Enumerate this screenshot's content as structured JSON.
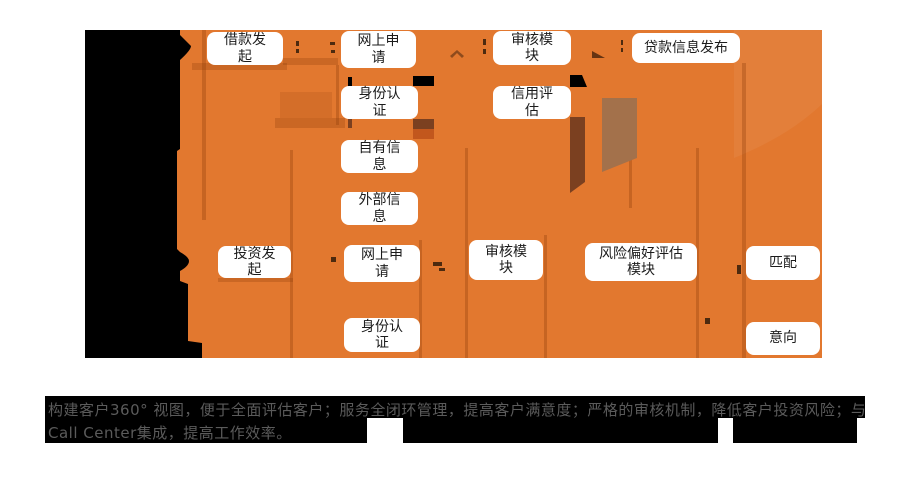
{
  "diagram": {
    "nodes": [
      {
        "id": "loan-initiation",
        "label": "借款发\n起"
      },
      {
        "id": "online-application-loan",
        "label": "网上申\n请"
      },
      {
        "id": "review-module-loan",
        "label": "审核模\n块"
      },
      {
        "id": "loan-info-publish",
        "label": "贷款信息发布"
      },
      {
        "id": "identity-auth-loan",
        "label": "身份认\n证"
      },
      {
        "id": "credit-assessment",
        "label": "信用评\n估"
      },
      {
        "id": "own-information",
        "label": "自有信\n息"
      },
      {
        "id": "external-information",
        "label": "外部信\n息"
      },
      {
        "id": "investment-initiation",
        "label": "投资发\n起"
      },
      {
        "id": "online-application-invest",
        "label": "网上申\n请"
      },
      {
        "id": "review-module-invest",
        "label": "审核模\n块"
      },
      {
        "id": "risk-preference-module",
        "label": "风险偏好评估\n模块"
      },
      {
        "id": "matching",
        "label": "匹配"
      },
      {
        "id": "identity-auth-invest",
        "label": "身份认\n证"
      },
      {
        "id": "intention",
        "label": "意向"
      }
    ],
    "colors": {
      "canvas_orange": "#E2782F",
      "node_background": "#FFFFFF",
      "node_text": "#1C1C1C",
      "sidebar_black": "#000000",
      "artifact_dark_brown": "#7B4020",
      "artifact_red_orange": "#C2571D",
      "artifact_taupe": "#A3714B"
    }
  },
  "caption": {
    "line1": "构建客户360° 视图，便于全面评估客户；服务全闭环管理，提高客户满意度；严格的审核机制，降低客户投资风险；与",
    "line2": "Call Center集成，提高工作效率。",
    "text_color": "#5B5B5B"
  }
}
